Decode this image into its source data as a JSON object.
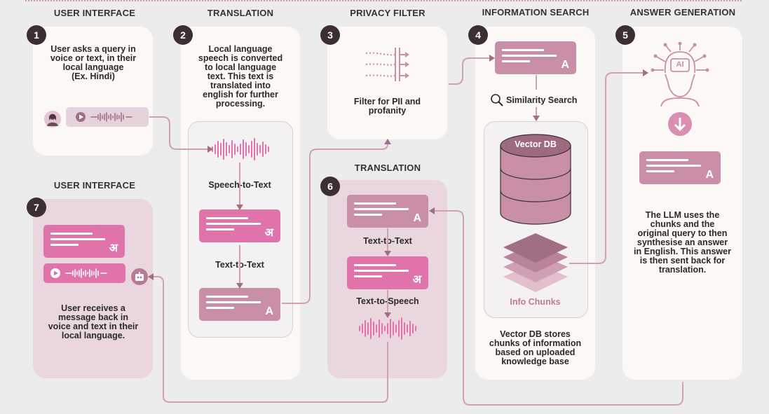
{
  "headers": {
    "ui_top": "USER INTERFACE",
    "translation_top": "TRANSLATION",
    "privacy": "PRIVACY FILTER",
    "info_search": "INFORMATION SEARCH",
    "answer_gen": "ANSWER GENERATION",
    "ui_bottom": "USER INTERFACE",
    "translation_bottom": "TRANSLATION"
  },
  "steps": [
    "1",
    "2",
    "3",
    "4",
    "5",
    "6",
    "7"
  ],
  "step1": {
    "text_l1": "User asks a query in",
    "text_l2": "voice or text, in their",
    "text_l3": "local language",
    "text_l4": "(Ex. Hindi)"
  },
  "step2": {
    "text_l1": "Local language",
    "text_l2": "speech is converted",
    "text_l3": "to local language",
    "text_l4": "text. This text is",
    "text_l5": "translated into",
    "text_l6": "english for further",
    "text_l7": "processing.",
    "speech_to_text": "Speech-to-Text",
    "text_to_text": "Text-to-Text",
    "hindi_glyph": "अ",
    "english_glyph": "A"
  },
  "step3": {
    "text_l1": "Filter for PII and",
    "text_l2": "profanity"
  },
  "step4": {
    "english_glyph": "A",
    "similarity_search": "Similarity Search",
    "vector_db": "Vector DB",
    "info_chunks": "Info Chunks",
    "text_l1": "Vector DB stores",
    "text_l2": "chunks of information",
    "text_l3": "based on uploaded",
    "text_l4": "knowledge base"
  },
  "step5": {
    "ai_label": "AI",
    "english_glyph": "A",
    "text_l1": "The LLM uses the",
    "text_l2": "chunks and the",
    "text_l3": "original query to then",
    "text_l4": "synthesise an answer",
    "text_l5": "in English. This answer",
    "text_l6": "is then sent back for",
    "text_l7": "translation."
  },
  "step6": {
    "english_glyph": "A",
    "text_to_text": "Text-to-Text",
    "hindi_glyph": "अ",
    "text_to_speech": "Text-to-Speech"
  },
  "step7": {
    "hindi_glyph": "अ",
    "text_l1": "User receives a",
    "text_l2": "message back in",
    "text_l3": "voice and text in their",
    "text_l4": "local language."
  },
  "colors": {
    "accent_pink": "#e074aa",
    "mauve": "#c98fa7",
    "connector": "#d1a0b3",
    "dark": "#3b2f33"
  },
  "icons": [
    "user-avatar-icon",
    "play-icon",
    "waveform-icon",
    "filter-icon",
    "magnifier-icon",
    "database-icon",
    "layers-icon",
    "ai-head-icon",
    "down-arrow-icon",
    "bot-icon"
  ]
}
